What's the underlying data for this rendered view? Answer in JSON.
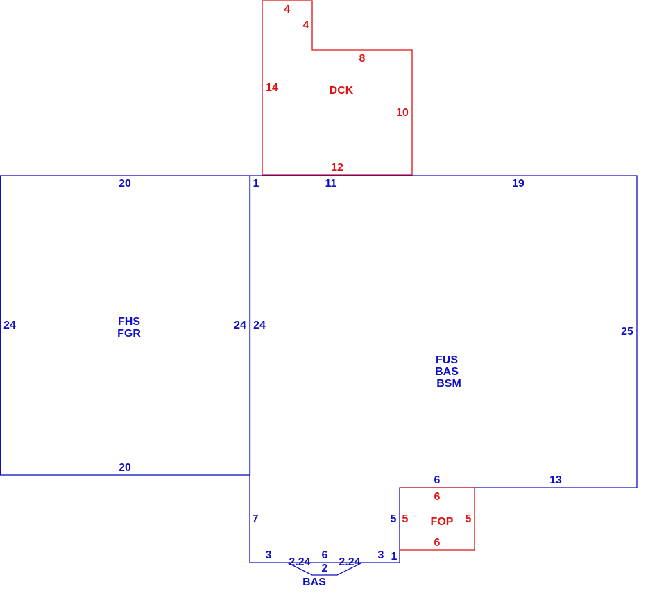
{
  "colors": {
    "house": "#1010c0",
    "addition": "#e01010",
    "background": "#ffffff"
  },
  "areas": {
    "garage": {
      "codes": [
        "FHS",
        "FGR"
      ]
    },
    "main": {
      "codes": [
        "FUS",
        "BAS",
        "BSM"
      ]
    },
    "deck": {
      "codes": [
        "DCK"
      ]
    },
    "porch": {
      "codes": [
        "FOP"
      ]
    },
    "bay": {
      "codes": [
        "BAS"
      ]
    }
  },
  "dimensions": {
    "deck": {
      "top": "4",
      "step_down": "4",
      "step_run": "8",
      "left": "14",
      "right": "10",
      "bottom": "12"
    },
    "garage": {
      "top": "20",
      "bottom": "20",
      "left": "24",
      "right": "24"
    },
    "main": {
      "top_short": "1",
      "top_mid": "11",
      "top_right": "19",
      "left": "24",
      "right": "25",
      "bottom_right": "13",
      "notch_top": "6",
      "notch_side": "5",
      "lower_left": "7",
      "bottom_left_seg": "3",
      "bottom_right_seg": "3",
      "bottom_right_end": "1"
    },
    "bay": {
      "left_angle": "2.24",
      "top": "6",
      "front": "2",
      "right_angle": "2.24"
    },
    "porch": {
      "top": "6",
      "bottom": "6",
      "left": "5",
      "right": "5"
    }
  }
}
